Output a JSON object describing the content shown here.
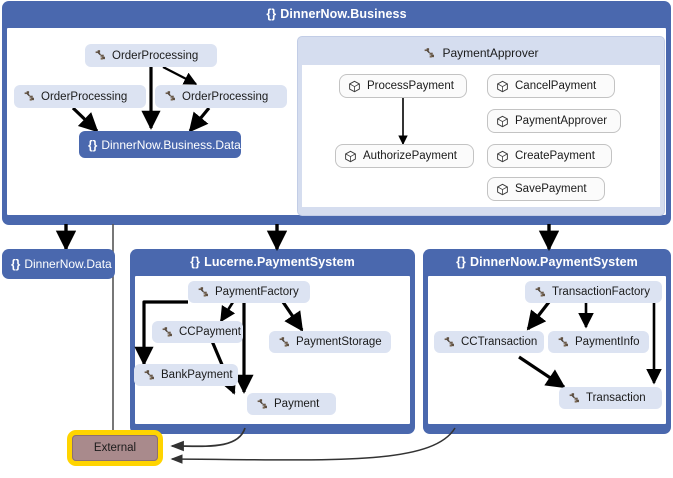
{
  "diagram": {
    "title": "DinnerNow.Business",
    "namespace_brace": "{}",
    "type": "code-map"
  },
  "colors": {
    "panel_blue": "#4a68ae",
    "class_chip": "#dce3f2",
    "group_bg": "#d5ddef",
    "method_chip": "#fbfbfb",
    "external_fill": "#a98a8c",
    "external_border": "#ffd400",
    "edge": "#000000",
    "thin_edge": "#555555"
  },
  "panels": {
    "business": {
      "title": "DinnerNow.Business",
      "brace": "{}",
      "classes": [
        {
          "label": "OrderProcessing",
          "icon": "class-icon"
        },
        {
          "label": "OrderProcessing",
          "icon": "class-icon"
        },
        {
          "label": "OrderProcessing",
          "icon": "class-icon"
        }
      ],
      "namespace_chip": {
        "label": "DinnerNow.Business.Data",
        "brace": "{}"
      },
      "group": {
        "title": "PaymentApprover",
        "icon": "class-icon",
        "methods_left": [
          {
            "label": "ProcessPayment",
            "icon": "method-icon"
          },
          {
            "label": "AuthorizePayment",
            "icon": "method-icon"
          }
        ],
        "methods_right": [
          {
            "label": "CancelPayment",
            "icon": "method-icon"
          },
          {
            "label": "PaymentApprover",
            "icon": "method-icon"
          },
          {
            "label": "CreatePayment",
            "icon": "method-icon"
          },
          {
            "label": "SavePayment",
            "icon": "method-icon"
          }
        ]
      }
    },
    "dinnernow_data": {
      "label": "DinnerNow.Data",
      "brace": "{}"
    },
    "lucerne": {
      "title": "Lucerne.PaymentSystem",
      "brace": "{}",
      "classes": [
        {
          "label": "PaymentFactory",
          "icon": "class-icon"
        },
        {
          "label": "CCPayment",
          "icon": "class-icon"
        },
        {
          "label": "PaymentStorage",
          "icon": "class-icon"
        },
        {
          "label": "BankPayment",
          "icon": "class-icon"
        },
        {
          "label": "Payment",
          "icon": "class-icon"
        }
      ]
    },
    "dinnernow_payment": {
      "title": "DinnerNow.PaymentSystem",
      "brace": "{}",
      "classes": [
        {
          "label": "TransactionFactory",
          "icon": "class-icon"
        },
        {
          "label": "CCTransaction",
          "icon": "class-icon"
        },
        {
          "label": "PaymentInfo",
          "icon": "class-icon"
        },
        {
          "label": "Transaction",
          "icon": "class-icon"
        }
      ]
    },
    "external": {
      "label": "External"
    }
  }
}
